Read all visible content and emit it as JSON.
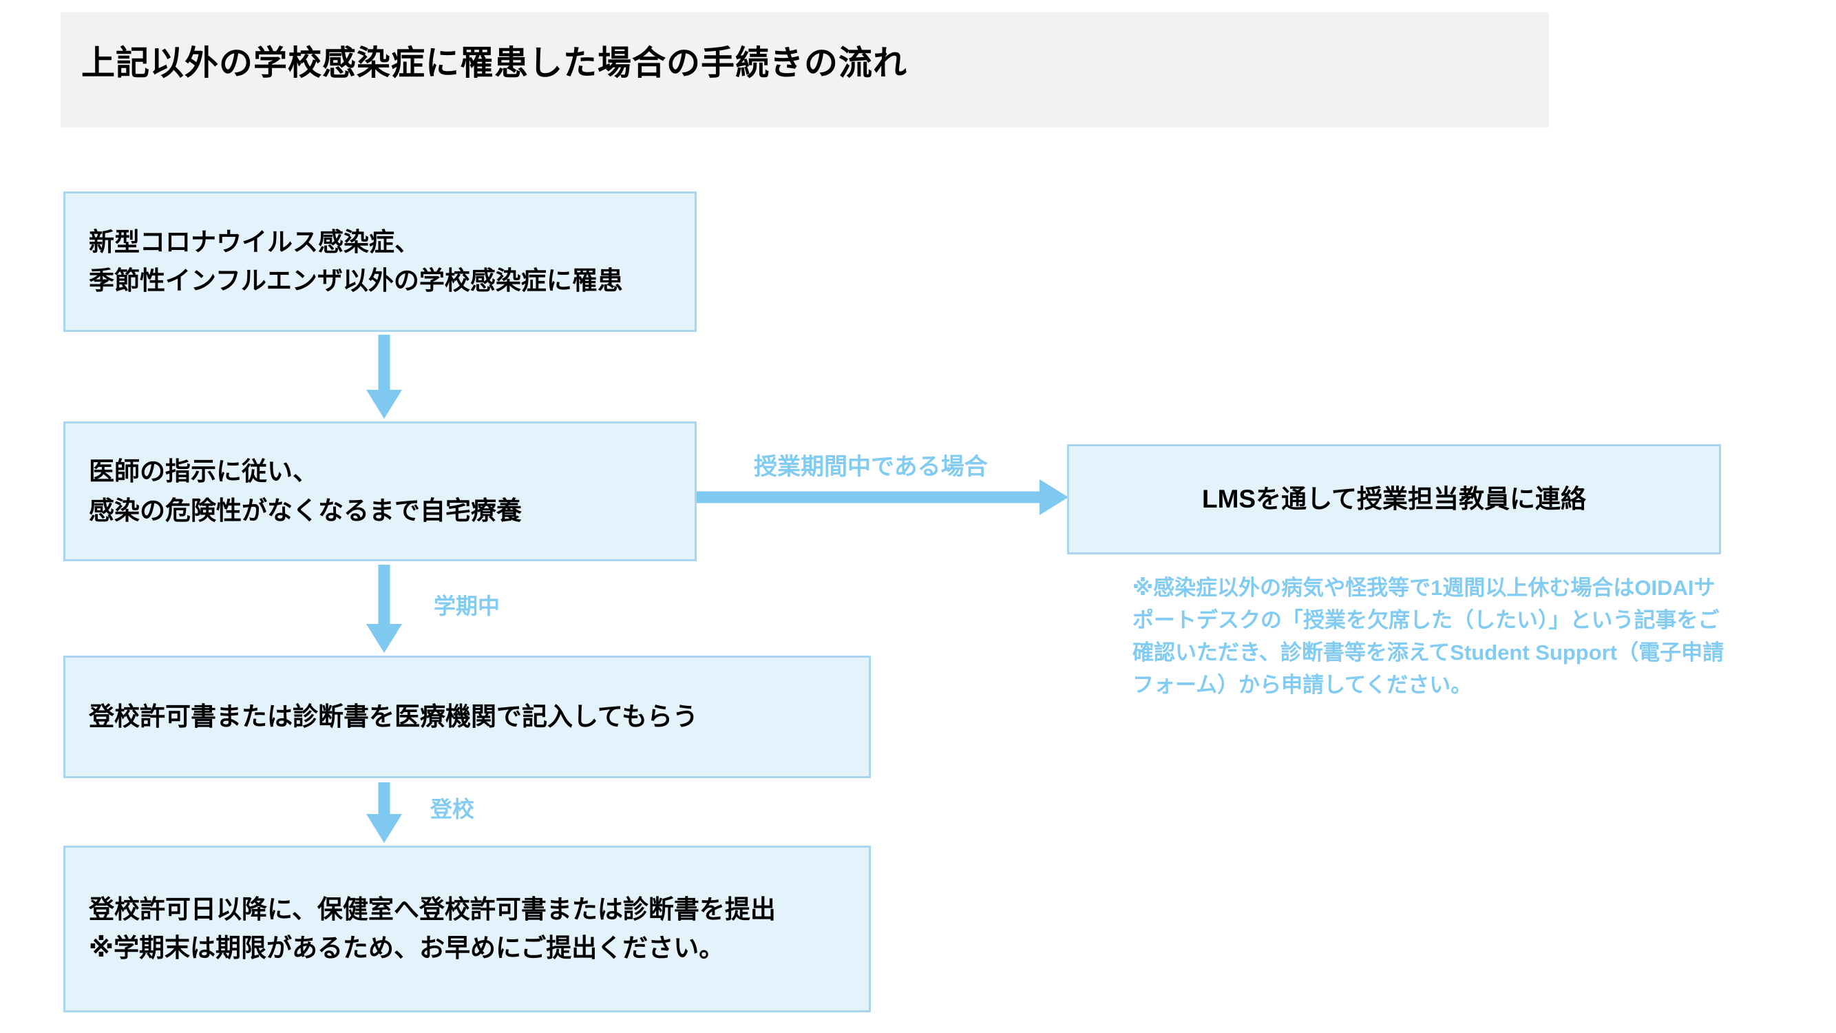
{
  "title": {
    "text": "上記以外の学校感染症に罹患した場合の手続きの流れ",
    "band_color": "#F2F2F2"
  },
  "theme": {
    "box_fill": "#E4F2FB",
    "box_border": "#A9D6EE",
    "arrow_color": "#7FC9F0",
    "label_color": "#82CBF2",
    "text_color": "#000000"
  },
  "flow": {
    "box1": {
      "line1": "新型コロナウイルス感染症、",
      "line2": "季節性インフルエンザ以外の学校感染症に罹患"
    },
    "box2": {
      "line1": "医師の指示に従い、",
      "line2": "感染の危険性がなくなるまで自宅療養"
    },
    "box3": {
      "line1": "登校許可書または診断書を医療機関で記入してもらう"
    },
    "box4": {
      "line1": "登校許可日以降に、保健室へ登校許可書または診断書を提出",
      "line2": "※学期末は期限があるため、お早めにご提出ください。"
    },
    "box_lms": {
      "line1": "LMSを通して授業担当教員に連絡"
    }
  },
  "edge_labels": {
    "to_lms": "授業期間中である場合",
    "box2_to_box3": "学期中",
    "box3_to_box4": "登校"
  },
  "note": {
    "text": "※感染症以外の病気や怪我等で1週間以上休む場合はOIDAIサポートデスクの「授業を欠席した（したい）」という記事をご確認いただき、診断書等を添えてStudent Support（電子申請フォーム）から申請してください。"
  }
}
